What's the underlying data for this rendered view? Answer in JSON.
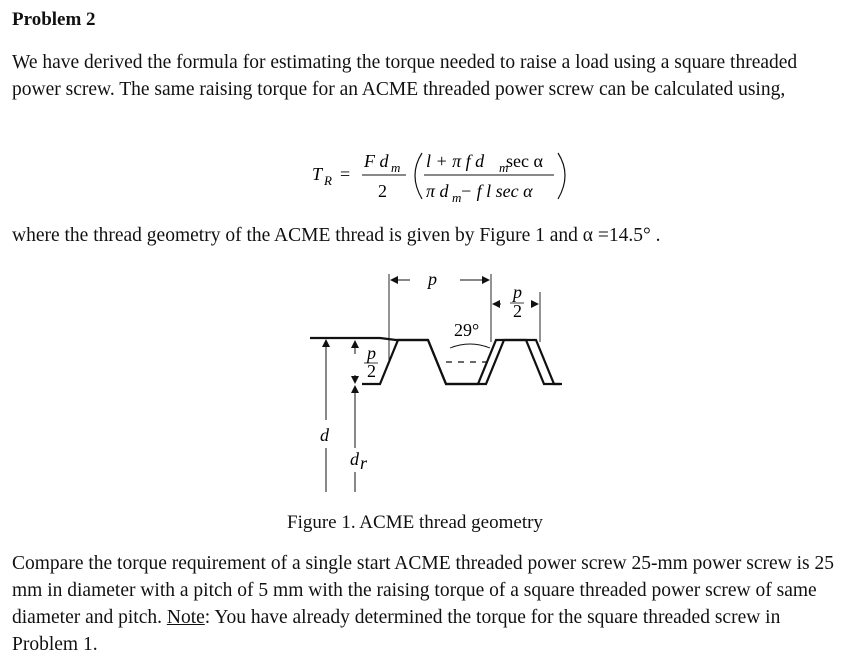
{
  "heading": "Problem 2",
  "intro": "We have derived the formula for estimating the torque needed to raise a load using a square threaded power screw. The same raising torque for an ACME threaded power screw can be calculated using,",
  "equation": {
    "lhs": "T",
    "lhs_sub": "R",
    "equals": "=",
    "frac1_num": "F d",
    "frac1_num_sub": "m",
    "frac1_den": "2",
    "frac2_num_a": "l + π f d",
    "frac2_num_sub": "m",
    "frac2_num_b": " sec α",
    "frac2_den_a": "π d",
    "frac2_den_sub": "m",
    "frac2_den_b": " − f l sec α"
  },
  "geometry_text": "where the thread geometry of the ACME thread is given by Figure 1 and α =14.5° .",
  "figure": {
    "label_p": "p",
    "label_p_num": "p",
    "label_half_den": "2",
    "label_angle": "29°",
    "label_d": "d",
    "label_dr": "d",
    "label_dr_sub": "r"
  },
  "caption": "Figure 1. ACME thread geometry",
  "question_part1": "Compare the torque requirement of a single start ACME threaded power screw 25-mm power screw is 25 mm in diameter with a pitch of 5 mm with the raising torque of a square threaded power screw of same diameter and pitch. ",
  "note_label": "Note",
  "question_part2": ": You have already determined the torque for the square threaded screw in Problem 1."
}
